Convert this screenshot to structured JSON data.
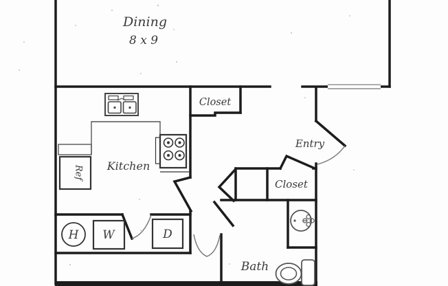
{
  "floor_plan": {
    "title": "apartment-floor-plan",
    "rooms": {
      "dining": {
        "label": "Dining",
        "dimensions": "8 x 9"
      },
      "kitchen": {
        "label": "Kitchen"
      },
      "entry": {
        "label": "Entry"
      },
      "bath": {
        "label": "Bath"
      },
      "closet_upper": {
        "label": "Closet"
      },
      "closet_entry": {
        "label": "Closet"
      }
    },
    "appliances": {
      "refrigerator": {
        "label": "Ref"
      },
      "water_heater": {
        "label": "H"
      },
      "washer": {
        "label": "W"
      },
      "dryer": {
        "label": "D"
      }
    },
    "colors": {
      "wall": "#1c1c1c",
      "thin_line": "#555555",
      "door_arc": "#7a7a7a",
      "text": "#3a3a3a",
      "background": "#ffffff"
    }
  }
}
